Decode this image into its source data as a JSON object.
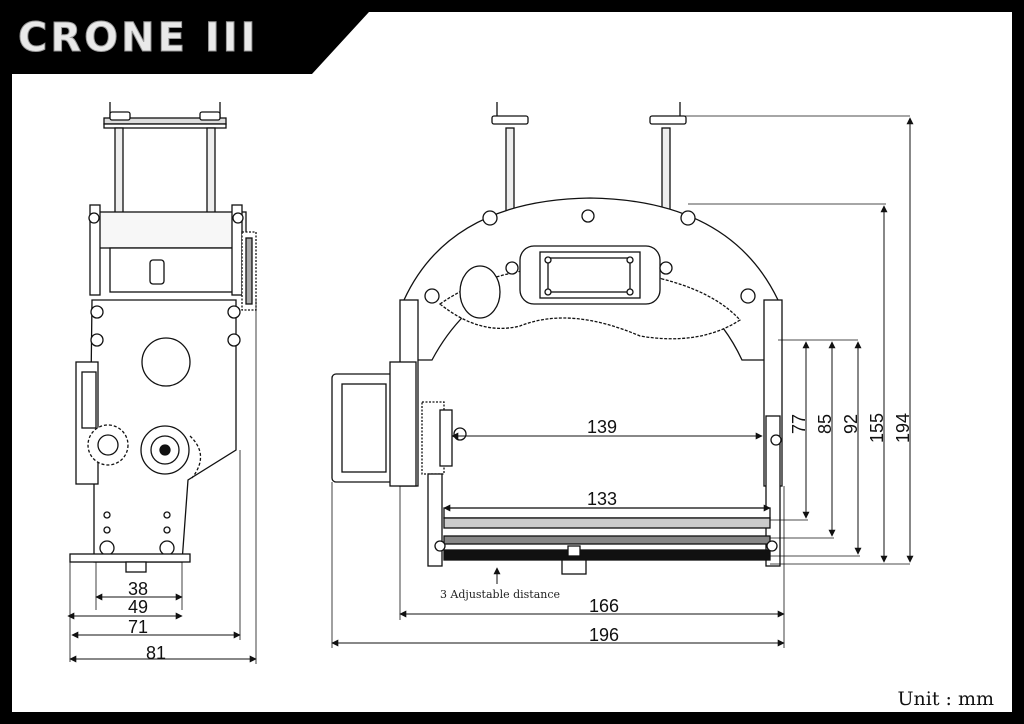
{
  "brand": {
    "text": "CRONE III"
  },
  "unit_label": "Unit : mm",
  "annotation": "3 Adjustable distance",
  "side_view": {
    "width_dims": [
      "38",
      "49",
      "71",
      "81"
    ]
  },
  "front_view": {
    "inner_dims": [
      "139",
      "133"
    ],
    "width_dims": [
      "166",
      "196"
    ],
    "height_dims": [
      "77",
      "85",
      "92",
      "155",
      "194"
    ]
  },
  "colors": {
    "frame": "#000000",
    "paper": "#ffffff",
    "line": "#111111"
  },
  "icons": [
    "gear-icon",
    "servo-motor-icon",
    "camera-plate-icon",
    "arrow-up-icon"
  ]
}
